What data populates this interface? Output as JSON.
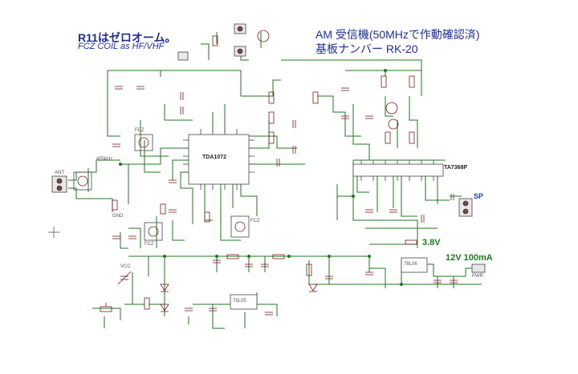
{
  "notes": {
    "r11": "R11はゼロオーム。",
    "coil": "FCZ COIL as HF/VHF"
  },
  "title": {
    "line1": "AM 受信機(50MHzで作動確認済)",
    "line2": "基板ナンバー   RK-20"
  },
  "ics": {
    "ic1": "TDA1072",
    "ic2": "TA7368P",
    "reg1": "78L05",
    "reg2": "78L06"
  },
  "labels": {
    "supply_38": "3.8V",
    "supply_12": "12V  100mA",
    "ant": "ANT",
    "sp": "SP",
    "gnd": "GND",
    "vcc": "VCC",
    "fcz1": "FCZ",
    "fcz2": "FCZ",
    "fcz3": "FCZ",
    "if455": "455kHz",
    "pwr": "PWR"
  },
  "colors": {
    "wire": "#1b7a1b",
    "part": "#7a1a1a",
    "text_blue": "#1d2fa8",
    "label_green": "#1a7f1a"
  }
}
